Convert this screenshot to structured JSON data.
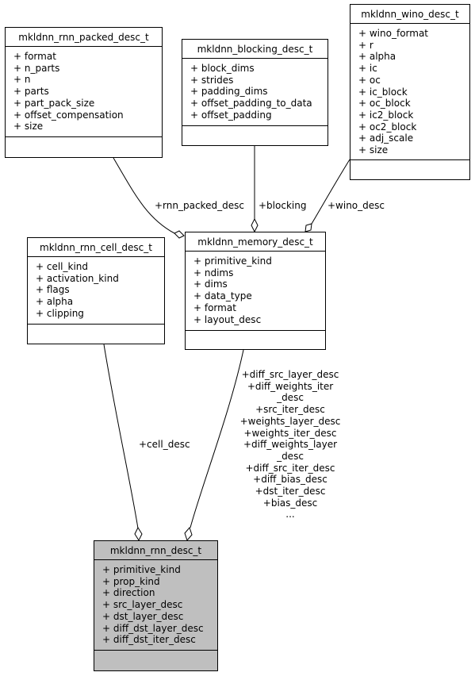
{
  "classes": {
    "packed": {
      "name": "mkldnn_rnn_packed_desc_t",
      "attributes": [
        "+ format",
        "+ n_parts",
        "+ n",
        "+ parts",
        "+ part_pack_size",
        "+ offset_compensation",
        "+ size"
      ]
    },
    "blocking": {
      "name": "mkldnn_blocking_desc_t",
      "attributes": [
        "+ block_dims",
        "+ strides",
        "+ padding_dims",
        "+ offset_padding_to_data",
        "+ offset_padding"
      ]
    },
    "wino": {
      "name": "mkldnn_wino_desc_t",
      "attributes": [
        "+ wino_format",
        "+ r",
        "+ alpha",
        "+ ic",
        "+ oc",
        "+ ic_block",
        "+ oc_block",
        "+ ic2_block",
        "+ oc2_block",
        "+ adj_scale",
        "+ size"
      ]
    },
    "cell": {
      "name": "mkldnn_rnn_cell_desc_t",
      "attributes": [
        "+ cell_kind",
        "+ activation_kind",
        "+ flags",
        "+ alpha",
        "+ clipping"
      ]
    },
    "memory": {
      "name": "mkldnn_memory_desc_t",
      "attributes": [
        "+ primitive_kind",
        "+ ndims",
        "+ dims",
        "+ data_type",
        "+ format",
        "+ layout_desc"
      ]
    },
    "rnn": {
      "name": "mkldnn_rnn_desc_t",
      "attributes": [
        "+ primitive_kind",
        "+ prop_kind",
        "+ direction",
        "+ src_layer_desc",
        "+ dst_layer_desc",
        "+ diff_dst_layer_desc",
        "+ diff_dst_iter_desc"
      ]
    }
  },
  "edge_labels": {
    "rnn_packed": "+rnn_packed_desc",
    "blocking": "+blocking",
    "wino": "+wino_desc",
    "cell": "+cell_desc",
    "memory_roles": [
      "+diff_src_layer_desc",
      "+diff_weights_iter",
      "_desc",
      "+src_iter_desc",
      "+weights_layer_desc",
      "+weights_iter_desc",
      "+diff_weights_layer",
      "_desc",
      "+diff_src_iter_desc",
      "+diff_bias_desc",
      "+dst_iter_desc",
      "+bias_desc",
      "..."
    ]
  }
}
